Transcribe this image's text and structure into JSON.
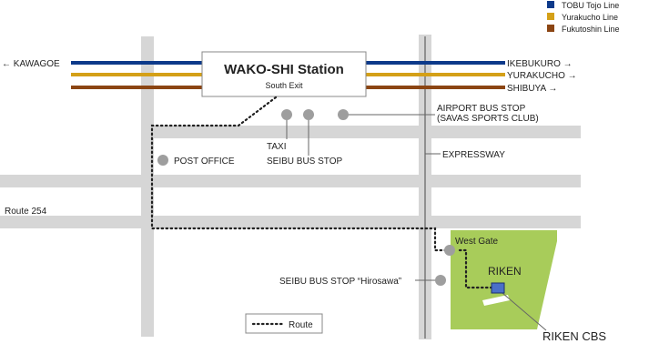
{
  "legend": {
    "items": [
      {
        "label": "TOBU Tojo Line",
        "color": "#0d3a8a"
      },
      {
        "label": "Yurakucho Line",
        "color": "#d4a017"
      },
      {
        "label": "Fukutoshin Line",
        "color": "#8b4513"
      }
    ],
    "route_label": "Route"
  },
  "station": {
    "name": "WAKO-SHI Station",
    "exit": "South Exit"
  },
  "destinations": {
    "west": "← KAWAGOE",
    "east_tobu": "IKEBUKURO →",
    "east_yurakucho": "YURAKUCHO →",
    "east_fukutoshin": "SHIBUYA →"
  },
  "places": {
    "airport_bus_line1": "AIRPORT BUS STOP",
    "airport_bus_line2": "(SAVAS SPORTS CLUB)",
    "taxi": "TAXI",
    "seibu_bus": "SEIBU BUS STOP",
    "post_office": "POST OFFICE",
    "expressway": "EXPRESSWAY",
    "route254": "Route 254",
    "west_gate": "West Gate",
    "seibu_hirosawa": "SEIBU BUS STOP “Hirosawa”",
    "riken": "RIKEN",
    "riken_cbs": "RIKEN CBS"
  },
  "colors": {
    "road": "#d6d6d6",
    "riken_area": "#a8cc5a",
    "marker": "#9e9e9e"
  }
}
